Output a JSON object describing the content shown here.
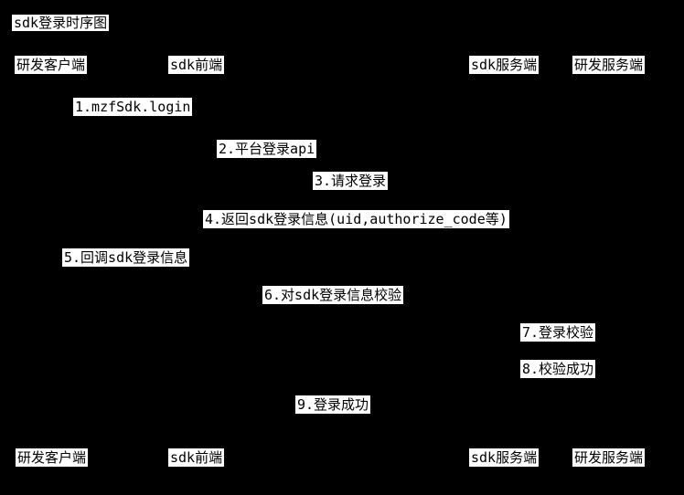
{
  "diagram": {
    "type": "sequence",
    "title": "sdk登录时序图",
    "colors": {
      "background": "#000000",
      "box_background": "#ffffff",
      "box_text": "#000000"
    },
    "participants": [
      {
        "id": "rd-client",
        "label": "研发客户端"
      },
      {
        "id": "sdk-frontend",
        "label": "sdk前端"
      },
      {
        "id": "sdk-server",
        "label": "sdk服务端"
      },
      {
        "id": "rd-server",
        "label": "研发服务端"
      }
    ],
    "messages": [
      {
        "label": "1.mzfSdk.login"
      },
      {
        "label": "2.平台登录api"
      },
      {
        "label": "3.请求登录"
      },
      {
        "label": "4.返回sdk登录信息(uid,authorize_code等)"
      },
      {
        "label": "5.回调sdk登录信息"
      },
      {
        "label": "6.对sdk登录信息校验"
      },
      {
        "label": "7.登录校验"
      },
      {
        "label": "8.校验成功"
      },
      {
        "label": "9.登录成功"
      }
    ]
  }
}
